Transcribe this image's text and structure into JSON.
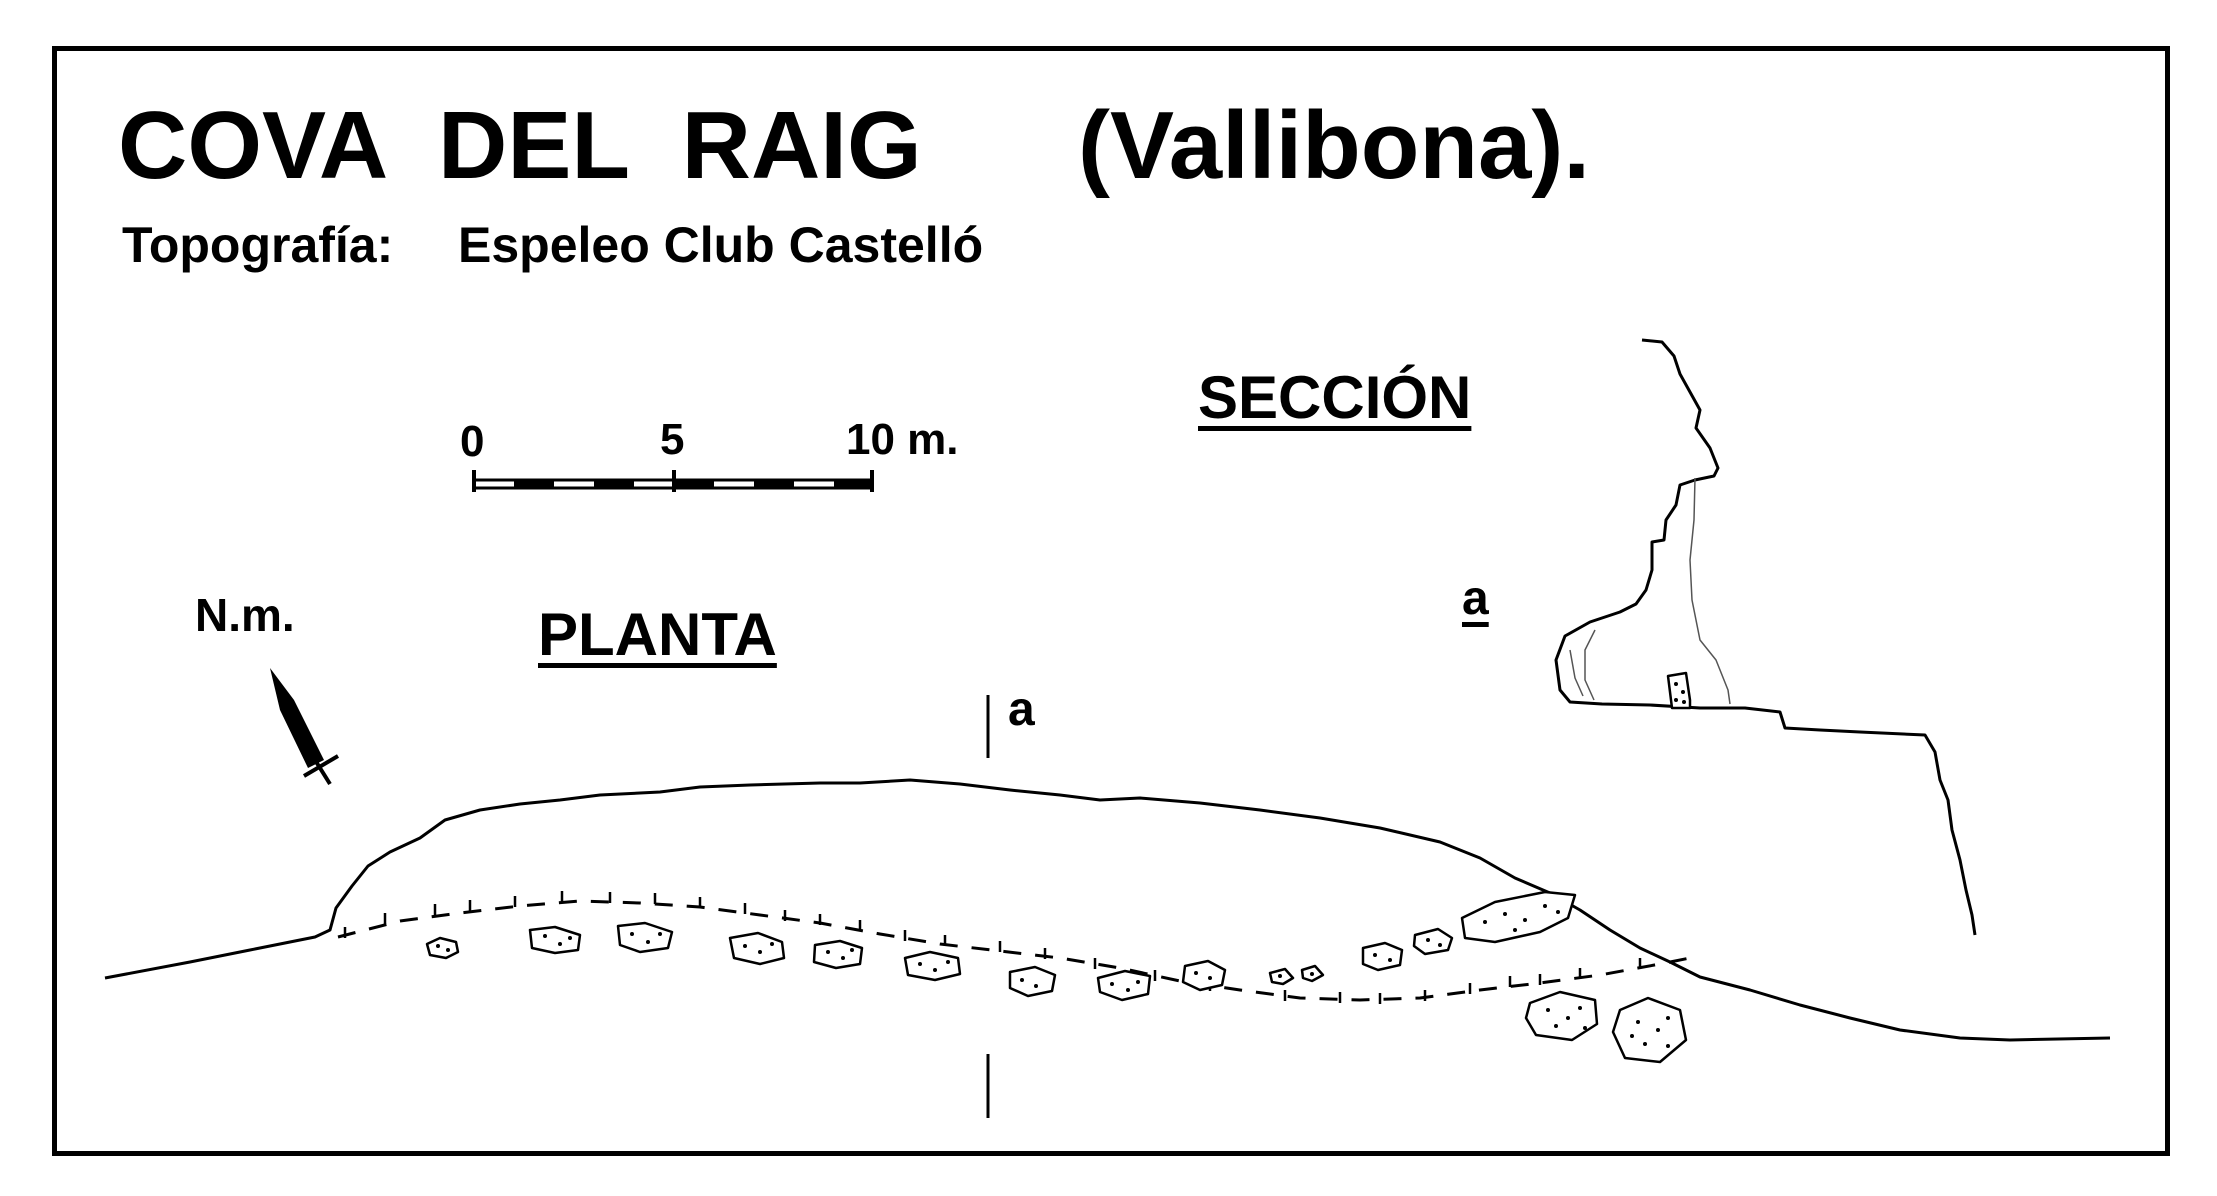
{
  "title": {
    "main": "COVA  DEL  RAIG",
    "place": "(Vallibona)."
  },
  "credit": {
    "label": "Topografía:",
    "author": "Espeleo Club Castelló"
  },
  "labels": {
    "section": "SECCIÓN",
    "plan": "PLANTA",
    "north": "N.m.",
    "section_mark": "a",
    "plan_mark": "a"
  },
  "scale_bar": {
    "labels": [
      "0",
      "5",
      "10 m."
    ]
  },
  "colors": {
    "ink": "#000000",
    "paper": "#ffffff",
    "fine_line": "#555555"
  }
}
